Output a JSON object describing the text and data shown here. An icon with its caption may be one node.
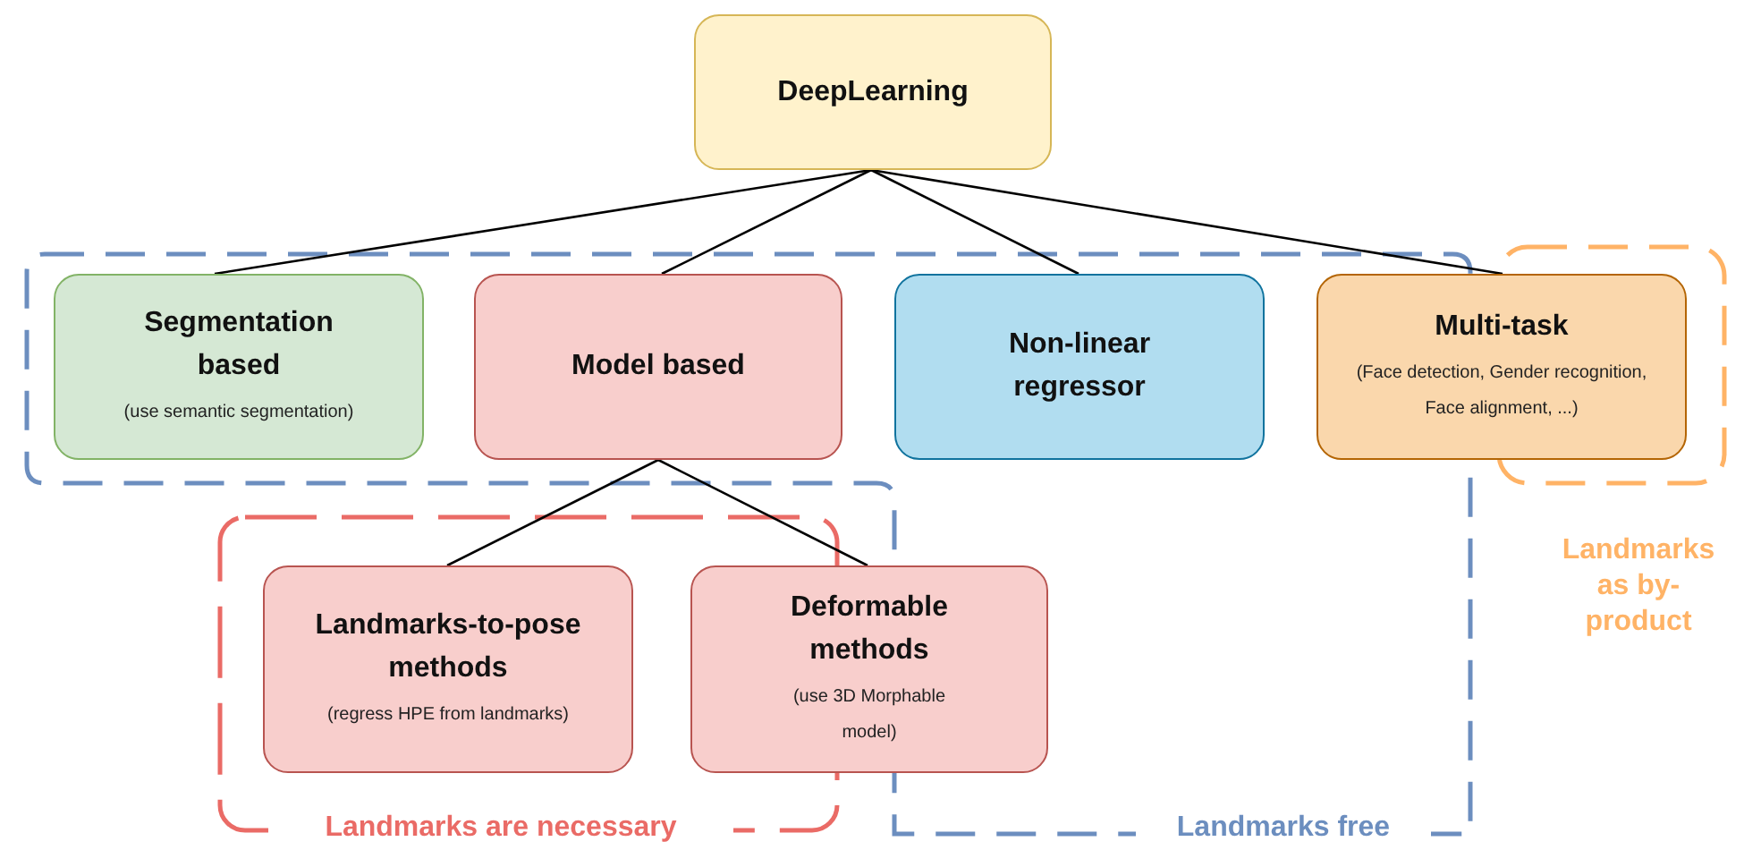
{
  "diagram": {
    "nodes": [
      {
        "text": [
          "DeepLearning"
        ]
      },
      {
        "text": [
          "Segmentation based",
          "(use semantic segmentation)"
        ]
      },
      {
        "text": [
          "Model based"
        ]
      },
      {
        "text": [
          "Non-linear regressor"
        ]
      },
      {
        "text": [
          "Multi-task",
          "(Face detection, Gender recognition, Face alignment, ...)"
        ]
      },
      {
        "text": [
          "Landmarks-to-pose methods",
          "(regress HPE from landmarks)"
        ]
      },
      {
        "text": [
          "Deformable methods",
          "(use 3D Morphable model)"
        ]
      }
    ],
    "edges": [
      {
        "from": 0,
        "to": 1,
        "arrow": "none"
      },
      {
        "from": 0,
        "to": 2,
        "arrow": "none"
      },
      {
        "from": 0,
        "to": 3,
        "arrow": "none"
      },
      {
        "from": 0,
        "to": 4,
        "arrow": "none"
      },
      {
        "from": 2,
        "to": 5,
        "arrow": "none"
      },
      {
        "from": 2,
        "to": 6,
        "arrow": "none"
      }
    ],
    "labels": [
      "Landmarks as by-product",
      "Landmarks are necessary",
      "Landmarks free"
    ]
  }
}
